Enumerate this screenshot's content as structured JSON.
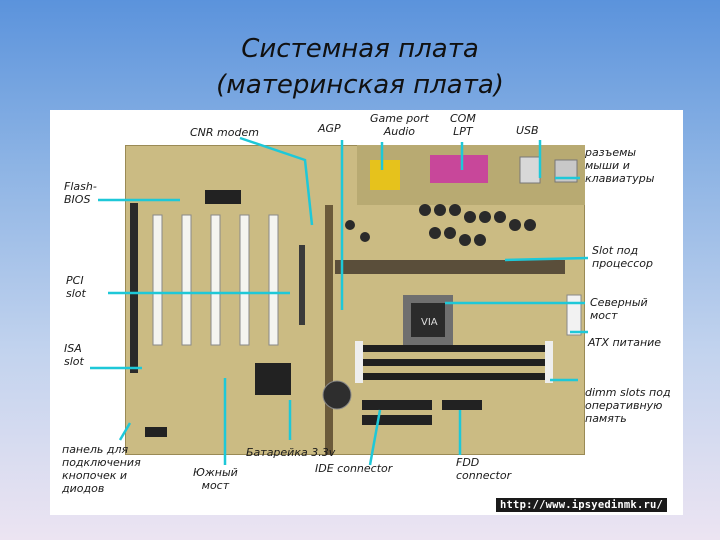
{
  "title_line1": "Системная плата",
  "title_line2": "(материнская плата)",
  "labels": {
    "cnr": "CNR modem",
    "agp": "AGP",
    "gameport_1": "Game port",
    "gameport_2": "Audio",
    "com": "COM",
    "lpt": "LPT",
    "usb": "USB",
    "mouse_1": "разъемы",
    "mouse_2": "мыши и",
    "mouse_3": "клавиатуры",
    "flash_1": "Flash-",
    "flash_2": "BIOS",
    "cpu_1": "Slot под",
    "cpu_2": "процессор",
    "pci_1": "PCI",
    "pci_2": "slot",
    "north_1": "Северный",
    "north_2": "мост",
    "atx": "ATX питание",
    "isa_1": "ISA",
    "isa_2": "slot",
    "dimm_1": "dimm slots под",
    "dimm_2": "оперативную",
    "dimm_3": "память",
    "panel_1": "панель для",
    "panel_2": "подключения",
    "panel_3": "кнопочек и",
    "panel_4": "диодов",
    "battery": "Батарейка 3.3v",
    "ide": "IDE connector",
    "south_1": "Южный",
    "south_2": "мост",
    "fdd_1": "FDD",
    "fdd_2": "connector"
  },
  "url": "http://www.ipsyedinmk.ru/",
  "colors": {
    "callout": "#1ec8d8",
    "pcb": "#c9b97f",
    "slot_white": "#f4f4f0",
    "slot_dark": "#2a2a2a",
    "gameport": "#e6c21c",
    "lpt": "#c8479a"
  }
}
